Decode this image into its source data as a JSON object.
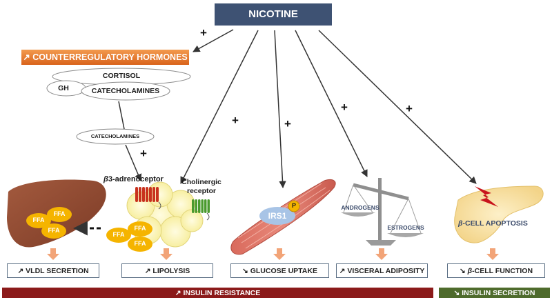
{
  "source": {
    "label": "NICOTINE"
  },
  "hormones": {
    "header": "↗ COUNTERREGULATORY HORMONES",
    "cortisol": "CORTISOL",
    "gh": "GH",
    "catecholamines": "CATECHOLAMINES",
    "catecholamines_small": "CATECHOLAMINES"
  },
  "receptors": {
    "beta_prefix": "β",
    "beta_suffix": "3-adrenoceptor",
    "cholinergic_line1": "Cholinergic",
    "cholinergic_line2": "receptor"
  },
  "ffa_label": "FFA",
  "irs1": {
    "label": "IRS1",
    "phospho": "P"
  },
  "scale": {
    "androgens": "ANDROGENS",
    "estrogens": "ESTROGENS"
  },
  "pancreas": {
    "prefix": "β",
    "suffix": "-CELL APOPTOSIS"
  },
  "plus_sign": "+",
  "outcomes": {
    "vldl": "↗ VLDL SECRETION",
    "lipolysis": "↗ LIPOLYSIS",
    "glucose": "↘ GLUCOSE UPTAKE",
    "visceral": "↗ VISCERAL ADIPOSITY",
    "beta_prefix": "↘ ",
    "beta_greek": "β",
    "beta_suffix": "-CELL FUNCTION"
  },
  "bars": {
    "insulin_resistance": "↗ INSULIN RESISTANCE",
    "insulin_secretion": "↘ INSULIN SECRETION"
  },
  "colors": {
    "nicotine_box": "#3e5273",
    "hormone_header": "#e8782c",
    "resistance_bar": "#8b1a1a",
    "secretion_bar": "#4e6b2c",
    "ffa": "#f5b400",
    "down_arrow": "#f2a478"
  }
}
